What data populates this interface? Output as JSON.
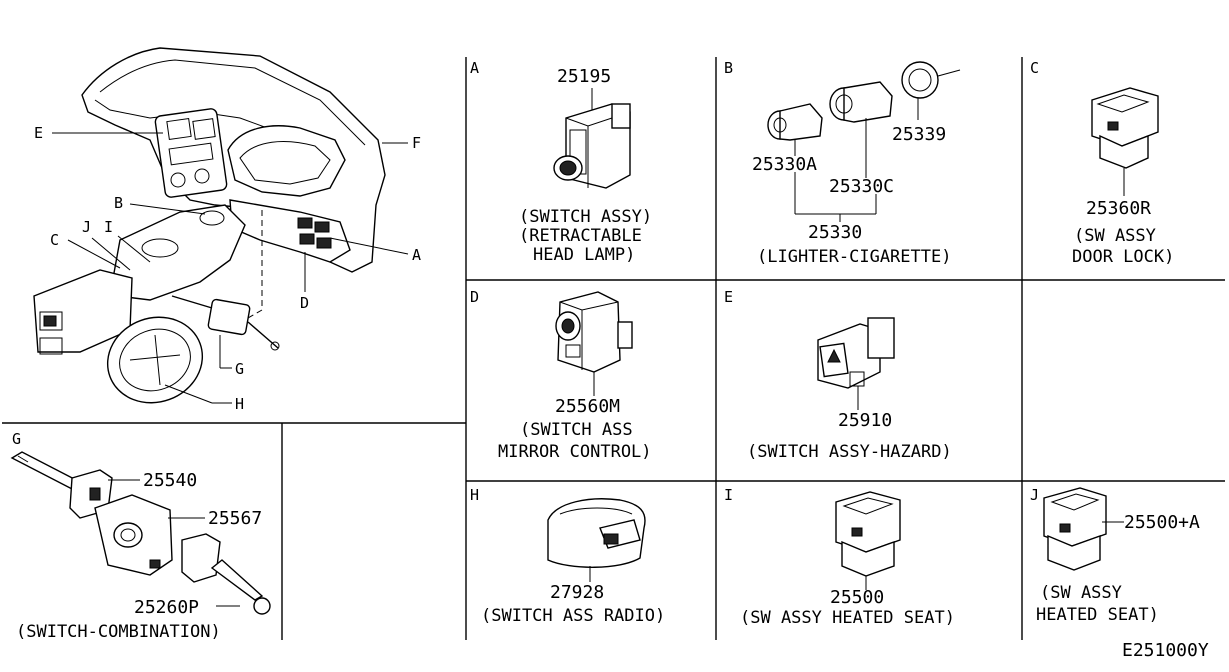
{
  "diagram_code": "E251000Y",
  "overview": {
    "callouts": [
      "E",
      "F",
      "B",
      "C",
      "J",
      "I",
      "A",
      "D",
      "G",
      "H"
    ]
  },
  "panels": {
    "A": {
      "letter": "A",
      "part_no": "25195",
      "caption": [
        "(SWITCH ASSY)",
        "(RETRACTABLE",
        "HEAD LAMP)"
      ]
    },
    "B": {
      "letter": "B",
      "parts": [
        "25330A",
        "25330C",
        "25339"
      ],
      "assy_no": "25330",
      "caption": "(LIGHTER-CIGARETTE)"
    },
    "C": {
      "letter": "C",
      "part_no": "25360R",
      "caption": [
        "(SW ASSY",
        "DOOR LOCK)"
      ]
    },
    "D": {
      "letter": "D",
      "part_no": "25560M",
      "caption": [
        "(SWITCH ASS",
        "MIRROR CONTROL)"
      ]
    },
    "E": {
      "letter": "E",
      "part_no": "25910",
      "caption": "(SWITCH ASSY-HAZARD)"
    },
    "G": {
      "letter": "G",
      "parts": [
        "25540",
        "25567",
        "25260P"
      ],
      "caption": "(SWITCH-COMBINATION)"
    },
    "H": {
      "letter": "H",
      "part_no": "27928",
      "caption": "(SWITCH ASS RADIO)"
    },
    "I": {
      "letter": "I",
      "part_no": "25500",
      "caption": "(SW ASSY HEATED SEAT)"
    },
    "J": {
      "letter": "J",
      "part_no": "25500+A",
      "caption": [
        "(SW ASSY",
        "HEATED SEAT)"
      ]
    }
  }
}
